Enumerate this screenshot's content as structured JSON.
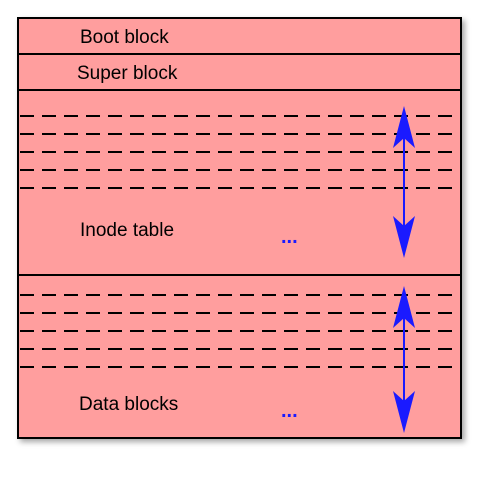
{
  "layout": {
    "blocks": [
      {
        "id": "boot",
        "label": "Boot block"
      },
      {
        "id": "super",
        "label": "Super block"
      },
      {
        "id": "inode",
        "label": "Inode table",
        "ellipsis": "..."
      },
      {
        "id": "data",
        "label": "Data blocks",
        "ellipsis": "..."
      }
    ]
  },
  "colors": {
    "block_fill": "#ff9e9e",
    "border": "#000000",
    "dashed_line": "#000000",
    "arrow": "#1a1aff",
    "ellipsis": "#1a1aff",
    "label": "#000000"
  }
}
